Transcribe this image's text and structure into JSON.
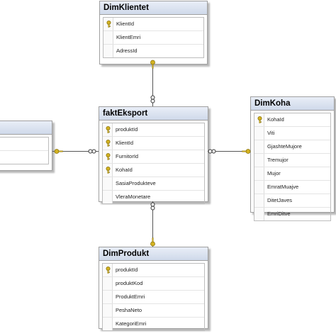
{
  "tables": {
    "dimklientet": {
      "title": "DimKlientet",
      "rows": [
        {
          "label": "KlientId",
          "key": true
        },
        {
          "label": "KlientEmri",
          "key": false
        },
        {
          "label": "AdressId",
          "key": false
        }
      ]
    },
    "faktEksport": {
      "title": "faktEksport",
      "rows": [
        {
          "label": "produktId",
          "key": true
        },
        {
          "label": "KlientId",
          "key": true
        },
        {
          "label": "FurnitorId",
          "key": true
        },
        {
          "label": "KohaId",
          "key": true
        },
        {
          "label": "SasiaProdukteve",
          "key": false
        },
        {
          "label": "VleraMonetare",
          "key": false
        }
      ]
    },
    "dimKoha": {
      "title": "DimKoha",
      "rows": [
        {
          "label": "KohaId",
          "key": true
        },
        {
          "label": "Viti",
          "key": false
        },
        {
          "label": "GjashteMujore",
          "key": false
        },
        {
          "label": "Tremujor",
          "key": false
        },
        {
          "label": "Mujor",
          "key": false
        },
        {
          "label": "EmratMuajve",
          "key": false
        },
        {
          "label": "DitetJaves",
          "key": false
        },
        {
          "label": "EmriDitve",
          "key": false
        }
      ]
    },
    "dimProdukt": {
      "title": "DimProdukt",
      "rows": [
        {
          "label": "produktId",
          "key": true
        },
        {
          "label": "produktKod",
          "key": false
        },
        {
          "label": "ProduktEmri",
          "key": false
        },
        {
          "label": "PeshaNeto",
          "key": false
        },
        {
          "label": "KategoriEmri",
          "key": false
        }
      ]
    },
    "leftPartial": {
      "title": "",
      "rows": [
        {
          "label": ""
        },
        {
          "label": ""
        }
      ]
    }
  },
  "colors": {
    "key": "#d4b320",
    "connector": "#555555",
    "header": "#cfd9ea"
  }
}
